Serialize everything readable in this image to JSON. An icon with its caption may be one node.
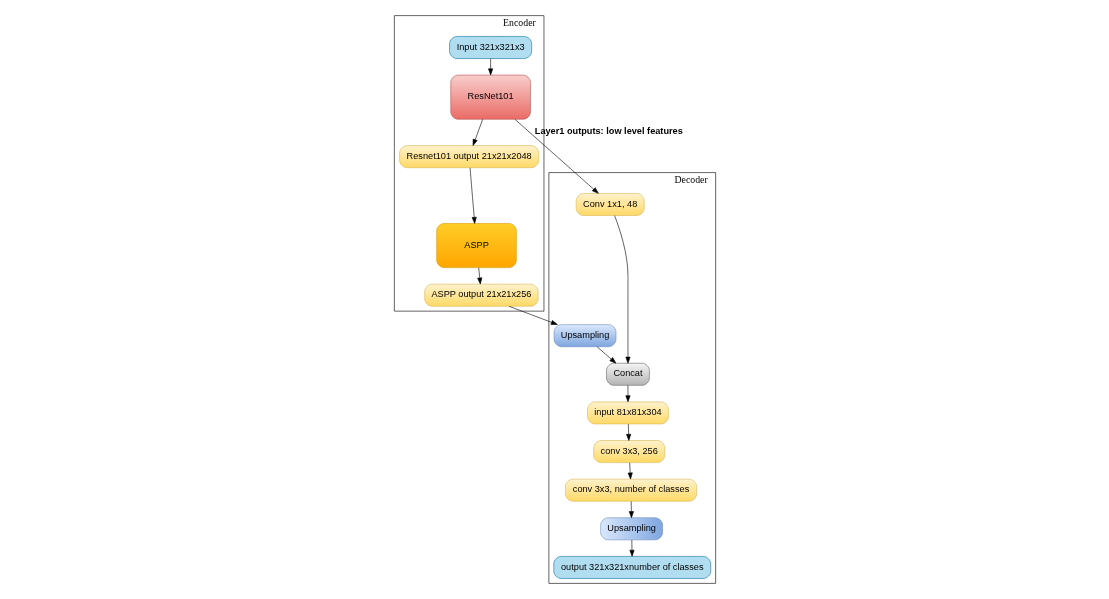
{
  "diagram": {
    "nodes": [
      {
        "text": [
          "Encoder"
        ]
      },
      {
        "text": [
          "Input 321x321x3"
        ],
        "in": 0
      },
      {
        "text": [
          "ResNet101"
        ],
        "in": 0
      },
      {
        "text": [
          "Resnet101 output 21x21x2048"
        ],
        "in": 0
      },
      {
        "text": [
          "ASPP"
        ],
        "in": 0
      },
      {
        "text": [
          "ASPP output 21x21x256"
        ],
        "in": 0
      },
      {
        "text": [
          "Decoder"
        ]
      },
      {
        "text": [
          "Conv 1x1, 48"
        ],
        "in": 6
      },
      {
        "text": [
          "Upsampling"
        ],
        "in": 6
      },
      {
        "text": [
          "Concat"
        ],
        "in": 6
      },
      {
        "text": [
          "input 81x81x304"
        ],
        "in": 6
      },
      {
        "text": [
          "conv 3x3, 256"
        ],
        "in": 6
      },
      {
        "text": [
          "conv 3x3, number of classes"
        ],
        "in": 6
      },
      {
        "text": [
          "Upsampling"
        ],
        "in": 6
      },
      {
        "text": [
          "output 321x321xnumber of classes"
        ],
        "in": 6
      }
    ],
    "edges": [
      {
        "from": 1,
        "to": 2,
        "arrow": "to"
      },
      {
        "from": 2,
        "to": 3,
        "arrow": "to"
      },
      {
        "from": 3,
        "to": 4,
        "arrow": "to"
      },
      {
        "from": 4,
        "to": 5,
        "arrow": "to"
      },
      {
        "from": 2,
        "to": 7,
        "arrow": "to",
        "label": "Layer1 outputs: low level features"
      },
      {
        "from": 5,
        "to": 8,
        "arrow": "to"
      },
      {
        "from": 8,
        "to": 9,
        "arrow": "to"
      },
      {
        "from": 7,
        "to": 9,
        "arrow": "to"
      },
      {
        "from": 9,
        "to": 10,
        "arrow": "to"
      },
      {
        "from": 10,
        "to": 11,
        "arrow": "to"
      },
      {
        "from": 11,
        "to": 12,
        "arrow": "to"
      },
      {
        "from": 12,
        "to": 13,
        "arrow": "to"
      },
      {
        "from": 13,
        "to": 14,
        "arrow": "to"
      }
    ]
  }
}
